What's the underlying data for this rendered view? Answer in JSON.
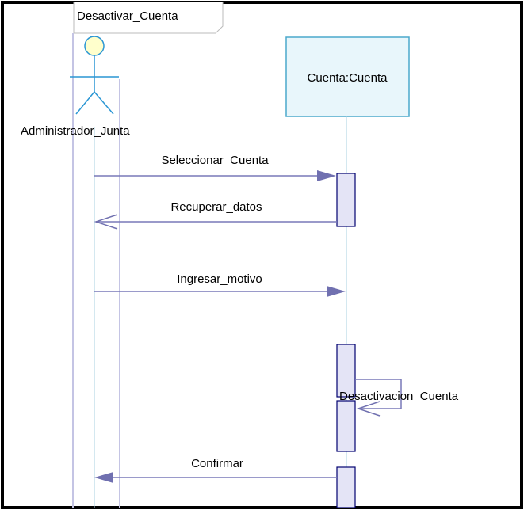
{
  "frame": {
    "title": "Desactivar_Cuenta"
  },
  "actors": {
    "admin": {
      "name": "Administrador_Junta",
      "icon": "stick-figure-actor-icon"
    }
  },
  "objects": {
    "cuenta": {
      "label": "Cuenta:Cuenta"
    }
  },
  "messages": [
    {
      "label": "Seleccionar_Cuenta",
      "direction": "to-object",
      "kind": "synchronous call"
    },
    {
      "label": "Recuperar_datos",
      "direction": "to-actor",
      "kind": "return"
    },
    {
      "label": "Ingresar_motivo",
      "direction": "to-object",
      "kind": "synchronous call"
    },
    {
      "label": "Desactivacion_Cuenta",
      "direction": "self",
      "kind": "self return"
    },
    {
      "label": "Confirmar",
      "direction": "to-actor",
      "kind": "synchronous call"
    }
  ],
  "colors": {
    "lifeline": "#a8d0e0",
    "message_line": "#7878b8",
    "arrowhead_fill": "#7070b0",
    "activation_fill": "#e4e4f6",
    "activation_stroke": "#000070",
    "object_box_fill": "#e8f6fb",
    "object_box_stroke": "#4aa8cc",
    "actor_stroke": "#2a96d4",
    "actor_head_fill": "#ffffcc",
    "frame_border": "#000000"
  }
}
